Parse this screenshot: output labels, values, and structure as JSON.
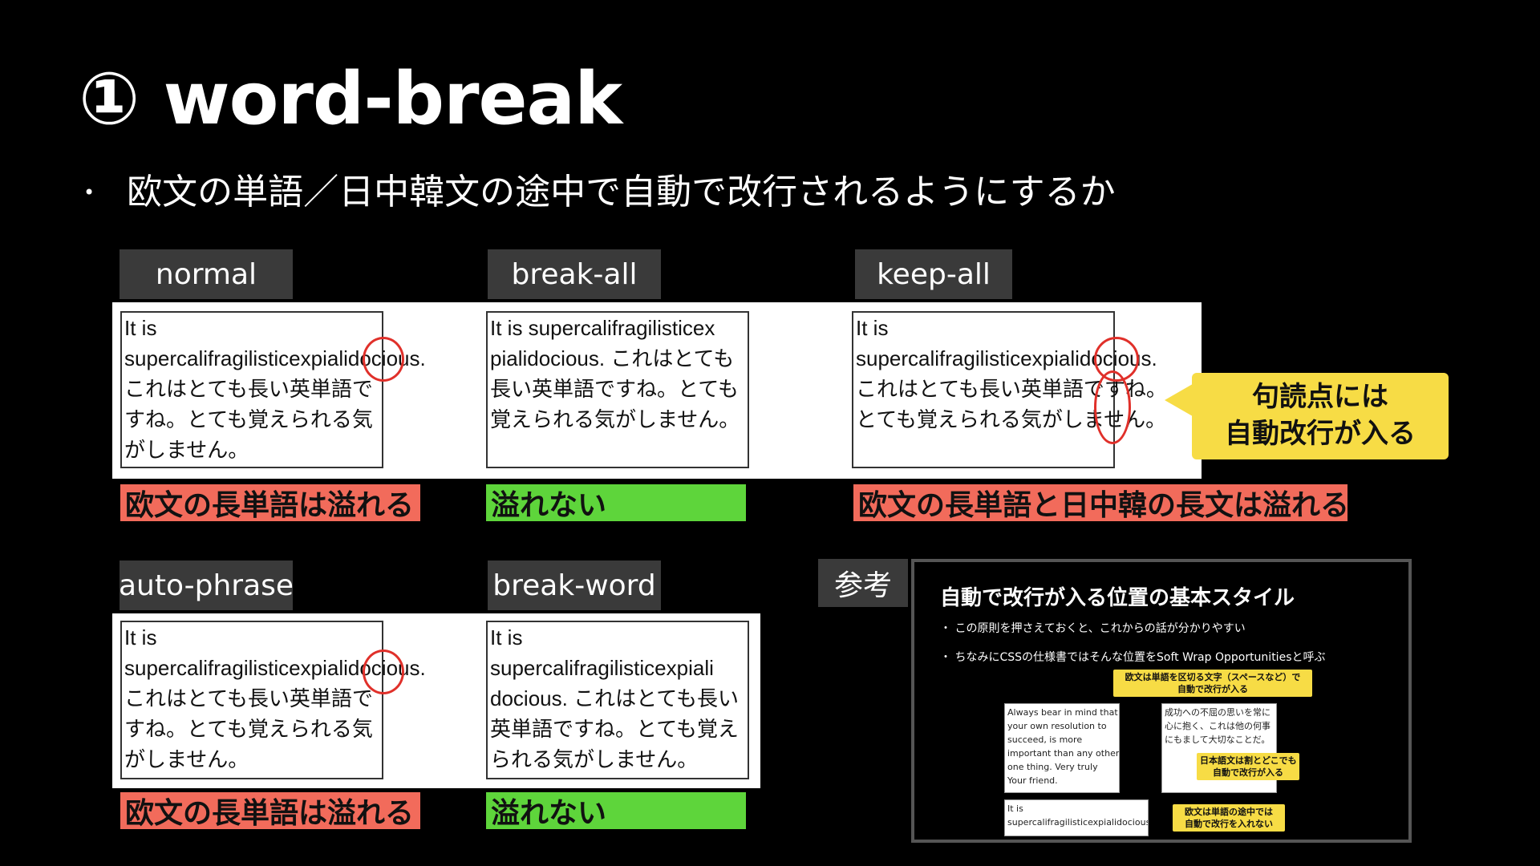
{
  "title": "① word-break",
  "bullet": "欧文の単語／日中韓文の途中で自動で改行されるようにするか",
  "accent_colors": {
    "overflow_red": "#f26b5b",
    "ok_green": "#5ed53b",
    "callout_yellow": "#f7dc45",
    "circle_red": "#e0302a"
  },
  "examples": [
    {
      "label": "normal",
      "lines": [
        "It is",
        "supercalifragilisticexpialidocious.",
        "これはとても長い英単語で",
        "すね。とても覚えられる気",
        "がしません。"
      ],
      "result": "欧文の長単語は溢れる",
      "result_type": "overflow"
    },
    {
      "label": "break-all",
      "lines": [
        "It is supercalifragilisticex",
        "pialidocious. これはとても",
        "長い英単語ですね。とても",
        "覚えられる気がしません。"
      ],
      "result": "溢れない",
      "result_type": "ok"
    },
    {
      "label": "keep-all",
      "lines": [
        "It is",
        "supercalifragilisticexpialidocious.",
        "これはとても長い英単語ですね。",
        "とても覚えられる気がしません。"
      ],
      "result": "欧文の長単語と日中韓の長文は溢れる",
      "result_type": "overflow"
    },
    {
      "label": "auto-phrase",
      "lines": [
        "It is",
        "supercalifragilisticexpialidocious.",
        "これはとても長い英単語で",
        "すね。とても覚えられる気",
        "がしません。"
      ],
      "result": "欧文の長単語は溢れる",
      "result_type": "overflow"
    },
    {
      "label": "break-word",
      "lines": [
        "It is",
        "supercalifragilisticexpiali",
        "docious. これはとても長い",
        "英単語ですね。とても覚え",
        "られる気がしません。"
      ],
      "result": "溢れない",
      "result_type": "ok"
    }
  ],
  "callout": {
    "line1": "句読点には",
    "line2": "自動改行が入る"
  },
  "reference": {
    "label": "参考",
    "title": "自動で改行が入る位置の基本スタイル",
    "bullets": [
      "・ この原則を押さえておくと、これからの話が分かりやすい",
      "・ ちなみにCSSの仕様書ではそんな位置をSoft Wrap Opportunitiesと呼ぶ"
    ],
    "box_en": [
      "Always bear in mind that",
      "your own resolution to",
      "succeed, is more",
      "important than any other",
      "one thing. Very truly",
      "Your friend."
    ],
    "box_ja": [
      "成功への不屈の思いを常に",
      "心に抱く、これは他の何事",
      "にもまして大切なことだ。"
    ],
    "box_long": [
      "It is",
      "supercalifragilisticexpialidocious."
    ],
    "note_top": [
      "欧文は単語を区切る文字（スペースなど）で",
      "自動で改行が入る"
    ],
    "note_mid": [
      "日本語文は割とどこでも",
      "自動で改行が入る"
    ],
    "note_bottom": [
      "欧文は単語の途中では",
      "自動で改行を入れない"
    ]
  }
}
